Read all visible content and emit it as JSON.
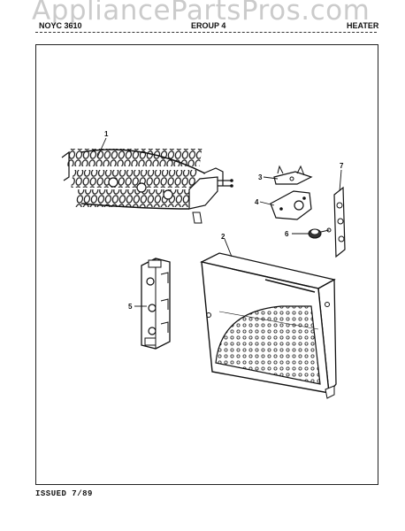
{
  "watermark": "AppliancePartsPros.com",
  "header": {
    "left": "NOYC 3610",
    "center": "EROUP 4",
    "right": "HEATER"
  },
  "callouts": [
    "1",
    "2",
    "3",
    "4",
    "5",
    "6",
    "7"
  ],
  "footer": "ISSUED 7/89"
}
